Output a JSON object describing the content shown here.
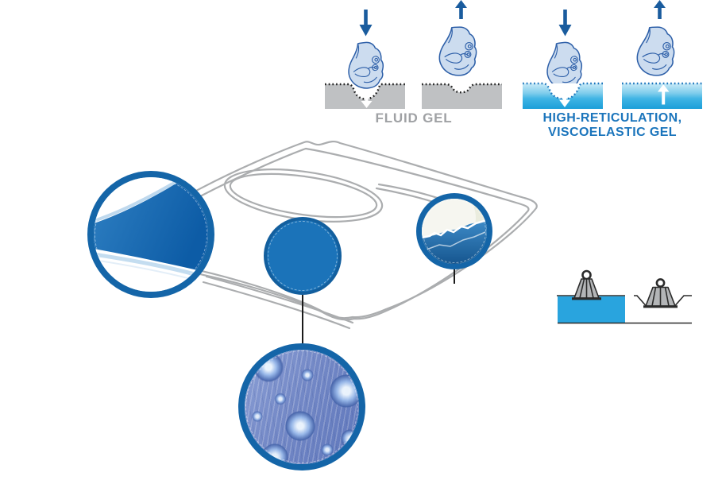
{
  "comparison": {
    "fluid": {
      "label": "FLUID GEL",
      "press": {
        "arrow": "down",
        "hand": "fist-pressing",
        "result": "surface-indented"
      },
      "release": {
        "arrow": "up",
        "hand": "fist-lifted",
        "result": "indentation-remains"
      }
    },
    "viscoelastic": {
      "label_line1": "HIGH-RETICULATION,",
      "label_line2": "VISCOELASTIC GEL",
      "press": {
        "arrow": "down",
        "hand": "fist-pressing",
        "result": "surface-indented"
      },
      "release": {
        "arrow": "up",
        "hand": "fist-lifted",
        "result": "surface-recovers"
      }
    }
  },
  "pillow": {
    "callouts": [
      {
        "name": "gel-edge-macro"
      },
      {
        "name": "gel-pad-disc"
      },
      {
        "name": "foam-and-gel-layers-macro"
      },
      {
        "name": "gel-surface-droplets-macro"
      }
    ]
  },
  "weight_demo": {
    "left": "weight-supported-on-gel-block",
    "right": "weight-sinking-into-soft-material"
  },
  "colors": {
    "accent_blue": "#1B75BC",
    "label_gray": "#9FA1A4",
    "arrow_navy": "#1A5C9E",
    "hand_fill": "#CCDCEF",
    "hand_outline": "#2D5FA8",
    "gel_gray": "#BFC1C3",
    "gel_dot_dark": "#1F1F1F",
    "ring_blue": "#1465A8",
    "disc_blue": "#1B73B9",
    "pillow_outline": "#ABADAF",
    "weight_gray": "#B3B5B7",
    "weight_outline": "#2B2B2B",
    "demo_blue": "#29A4DE",
    "callout_line": "#1A1A1A"
  }
}
